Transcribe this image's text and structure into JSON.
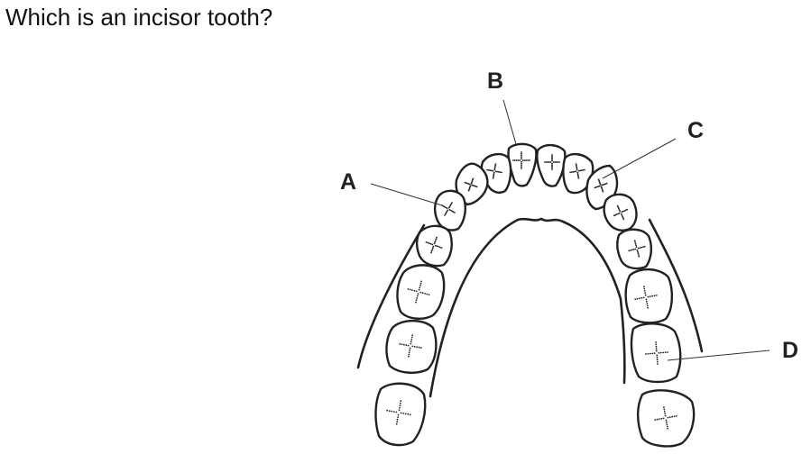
{
  "question": "Which is an incisor tooth?",
  "labels": {
    "a": "A",
    "b": "B",
    "c": "C",
    "d": "D"
  }
}
